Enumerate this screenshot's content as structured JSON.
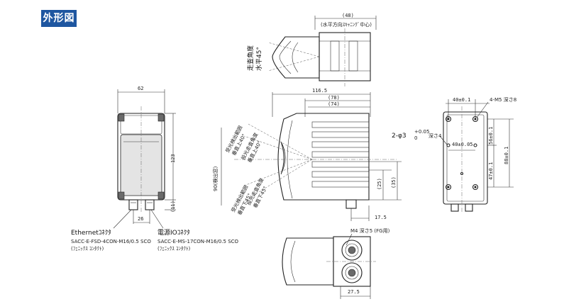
{
  "header": {
    "title": "外形図",
    "accent": "#1e56a0"
  },
  "front_view": {
    "width_dim": "62",
    "height_dim": "123",
    "connector_height_dim": "(11)",
    "connector_pitch_dim": "26",
    "ethernet_label": "Ethernetｺﾈｸﾀ",
    "ethernet_part": "SACC-E-FSD-4CON-M16/0.5 SCO",
    "ethernet_maker": "(ﾌｪﾆｯｸｽ ｺﾝﾀｸﾄ)",
    "power_label": "電源IOｺﾈｸﾀ",
    "power_part": "SACC-E-MS-17CON-M16/0.5 SCO",
    "power_maker": "(ﾌｪﾆｯｸｽ ｺﾝﾀｸﾄ)"
  },
  "top_view": {
    "width_dim": "(48)",
    "scan_center_label": "(水平方向ｽｷｬﾆﾝｸﾞ中心)",
    "scan_angle_label1": "走査角度",
    "scan_angle_label2": "水平45°"
  },
  "side_view": {
    "total_length_dim": "116.5",
    "length_78_dim": "(78)",
    "length_74_dim": "(74)",
    "detection_area_label": "90(検出窓)",
    "rx_detect_upper": "受光検出範囲",
    "rx_detect_upper_val": "垂直上40°",
    "tx_scan_upper": "投光走査角度",
    "tx_scan_upper_val": "垂直上40°",
    "tx_scan_lower": "投光走査角度",
    "tx_scan_lower_val": "垂直下45°",
    "rx_detect_lower": "受光検出範囲",
    "rx_detect_lower_val": "垂直下45°",
    "dim_25": "(25)",
    "dim_35": "(35)",
    "dim_17_5": "17.5"
  },
  "back_view": {
    "pitch_40_top": "40±0.1",
    "screw_label": "4-M5 深さ8",
    "pin_label": "2-φ3",
    "pin_tol_plus": "+0.05",
    "pin_tol_zero": "0",
    "pin_depth": "深さ4",
    "pitch_40_mid": "40±0.05",
    "dim_56": "56±0.1",
    "dim_47": "47±0.1",
    "dim_88": "88±0.1"
  },
  "bottom_view": {
    "screw_label": "M4 深さ5 (FG用)",
    "dim_27_5": "27.5"
  }
}
